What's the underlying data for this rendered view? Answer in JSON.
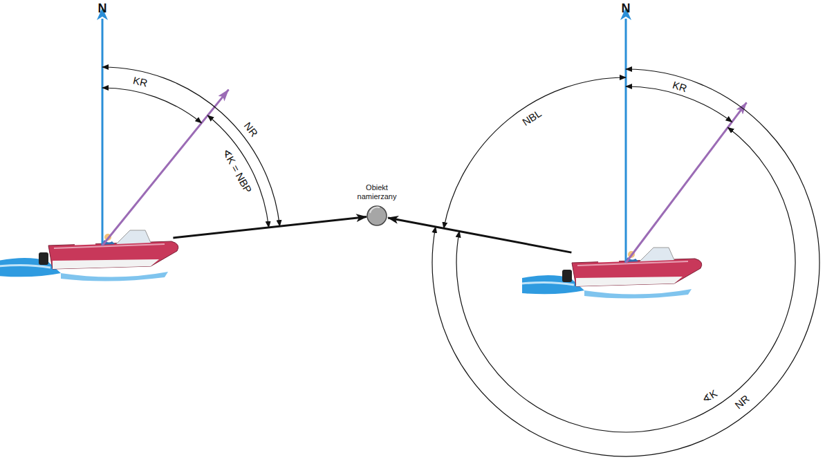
{
  "diagram": {
    "nodes": [
      {
        "text": [
          "Obiekt namierzany"
        ]
      }
    ],
    "labels": [
      "N",
      "N",
      "KR",
      "NR",
      "∢K = NBP",
      "NBL",
      "KR",
      "∢K",
      "NR"
    ]
  }
}
